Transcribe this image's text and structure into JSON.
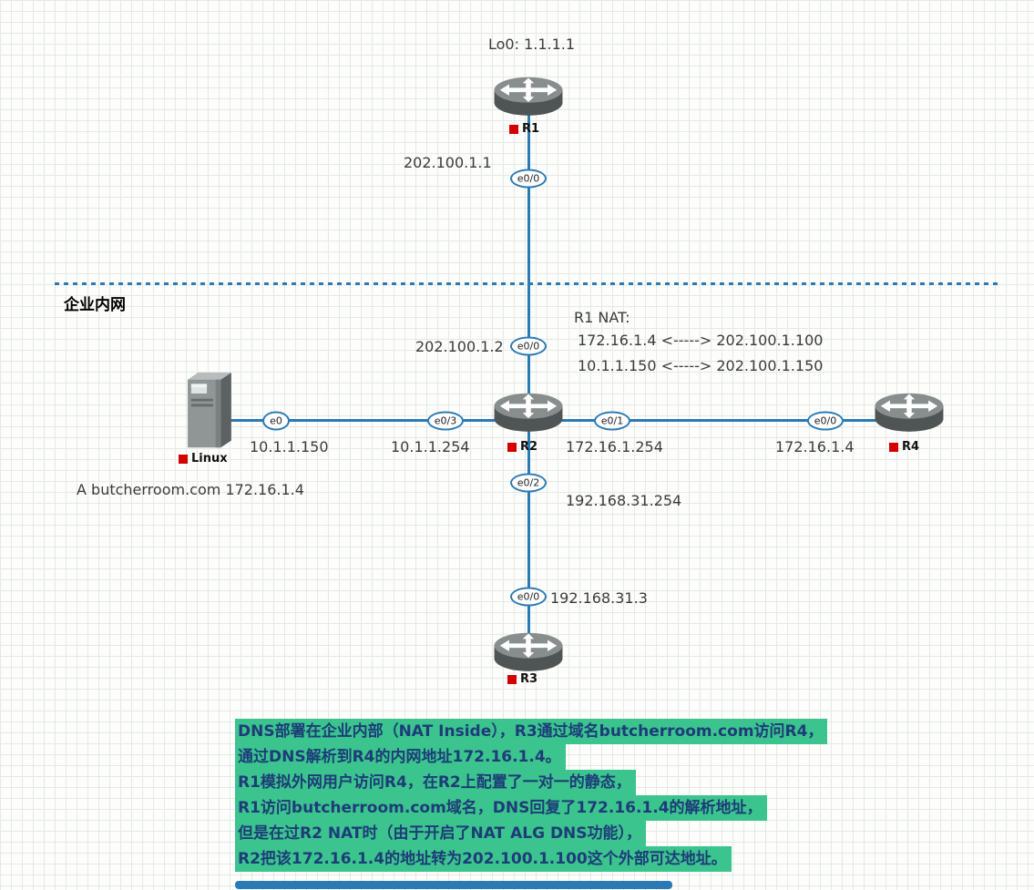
{
  "zone_label": "企业内网",
  "devices": {
    "r1": "R1",
    "r2": "R2",
    "r3": "R3",
    "r4": "R4",
    "linux": "Linux"
  },
  "r1_loopback": "Lo0:  1.1.1.1",
  "nat": {
    "title": "R1  NAT:",
    "rule1": "172.16.1.4  <----->  202.100.1.100",
    "rule2": "10.1.1.150  <----->  202.100.1.150"
  },
  "dns_record": "A   butcherroom.com   172.16.1.4",
  "interfaces": {
    "r1_e00": "e0/0",
    "r2_e00": "e0/0",
    "r2_e01": "e0/1",
    "r2_e02": "e0/2",
    "r2_e03": "e0/3",
    "linux_e0": "e0",
    "r3_e00": "e0/0",
    "r4_e00": "e0/0"
  },
  "ips": {
    "r1_e00": "202.100.1.1",
    "r2_e00": "202.100.1.2",
    "linux_e0": "10.1.1.150",
    "r2_e03": "10.1.1.254",
    "r2_e01": "172.16.1.254",
    "r4_e00": "172.16.1.4",
    "r2_e02": "192.168.31.254",
    "r3_e00": "192.168.31.3"
  },
  "note_lines": [
    "DNS部署在企业内部（NAT Inside），R3通过域名butcherroom.com访问R4，",
    "通过DNS解析到R4的内网地址172.16.1.4。",
    "R1模拟外网用户访问R4，在R2上配置了一对一的静态，",
    "R1访问butcherroom.com域名，DNS回复了172.16.1.4的解析地址，",
    "但是在过R2 NAT时（由于开启了NAT ALG DNS功能），",
    "R2把该172.16.1.4的地址转为202.100.1.100这个外部可达地址。"
  ],
  "colors": {
    "link_blue": "#2a7ab5",
    "highlight_green": "#3bc48e",
    "note_text_blue": "#1d3c78",
    "marker_red": "#d40000"
  }
}
